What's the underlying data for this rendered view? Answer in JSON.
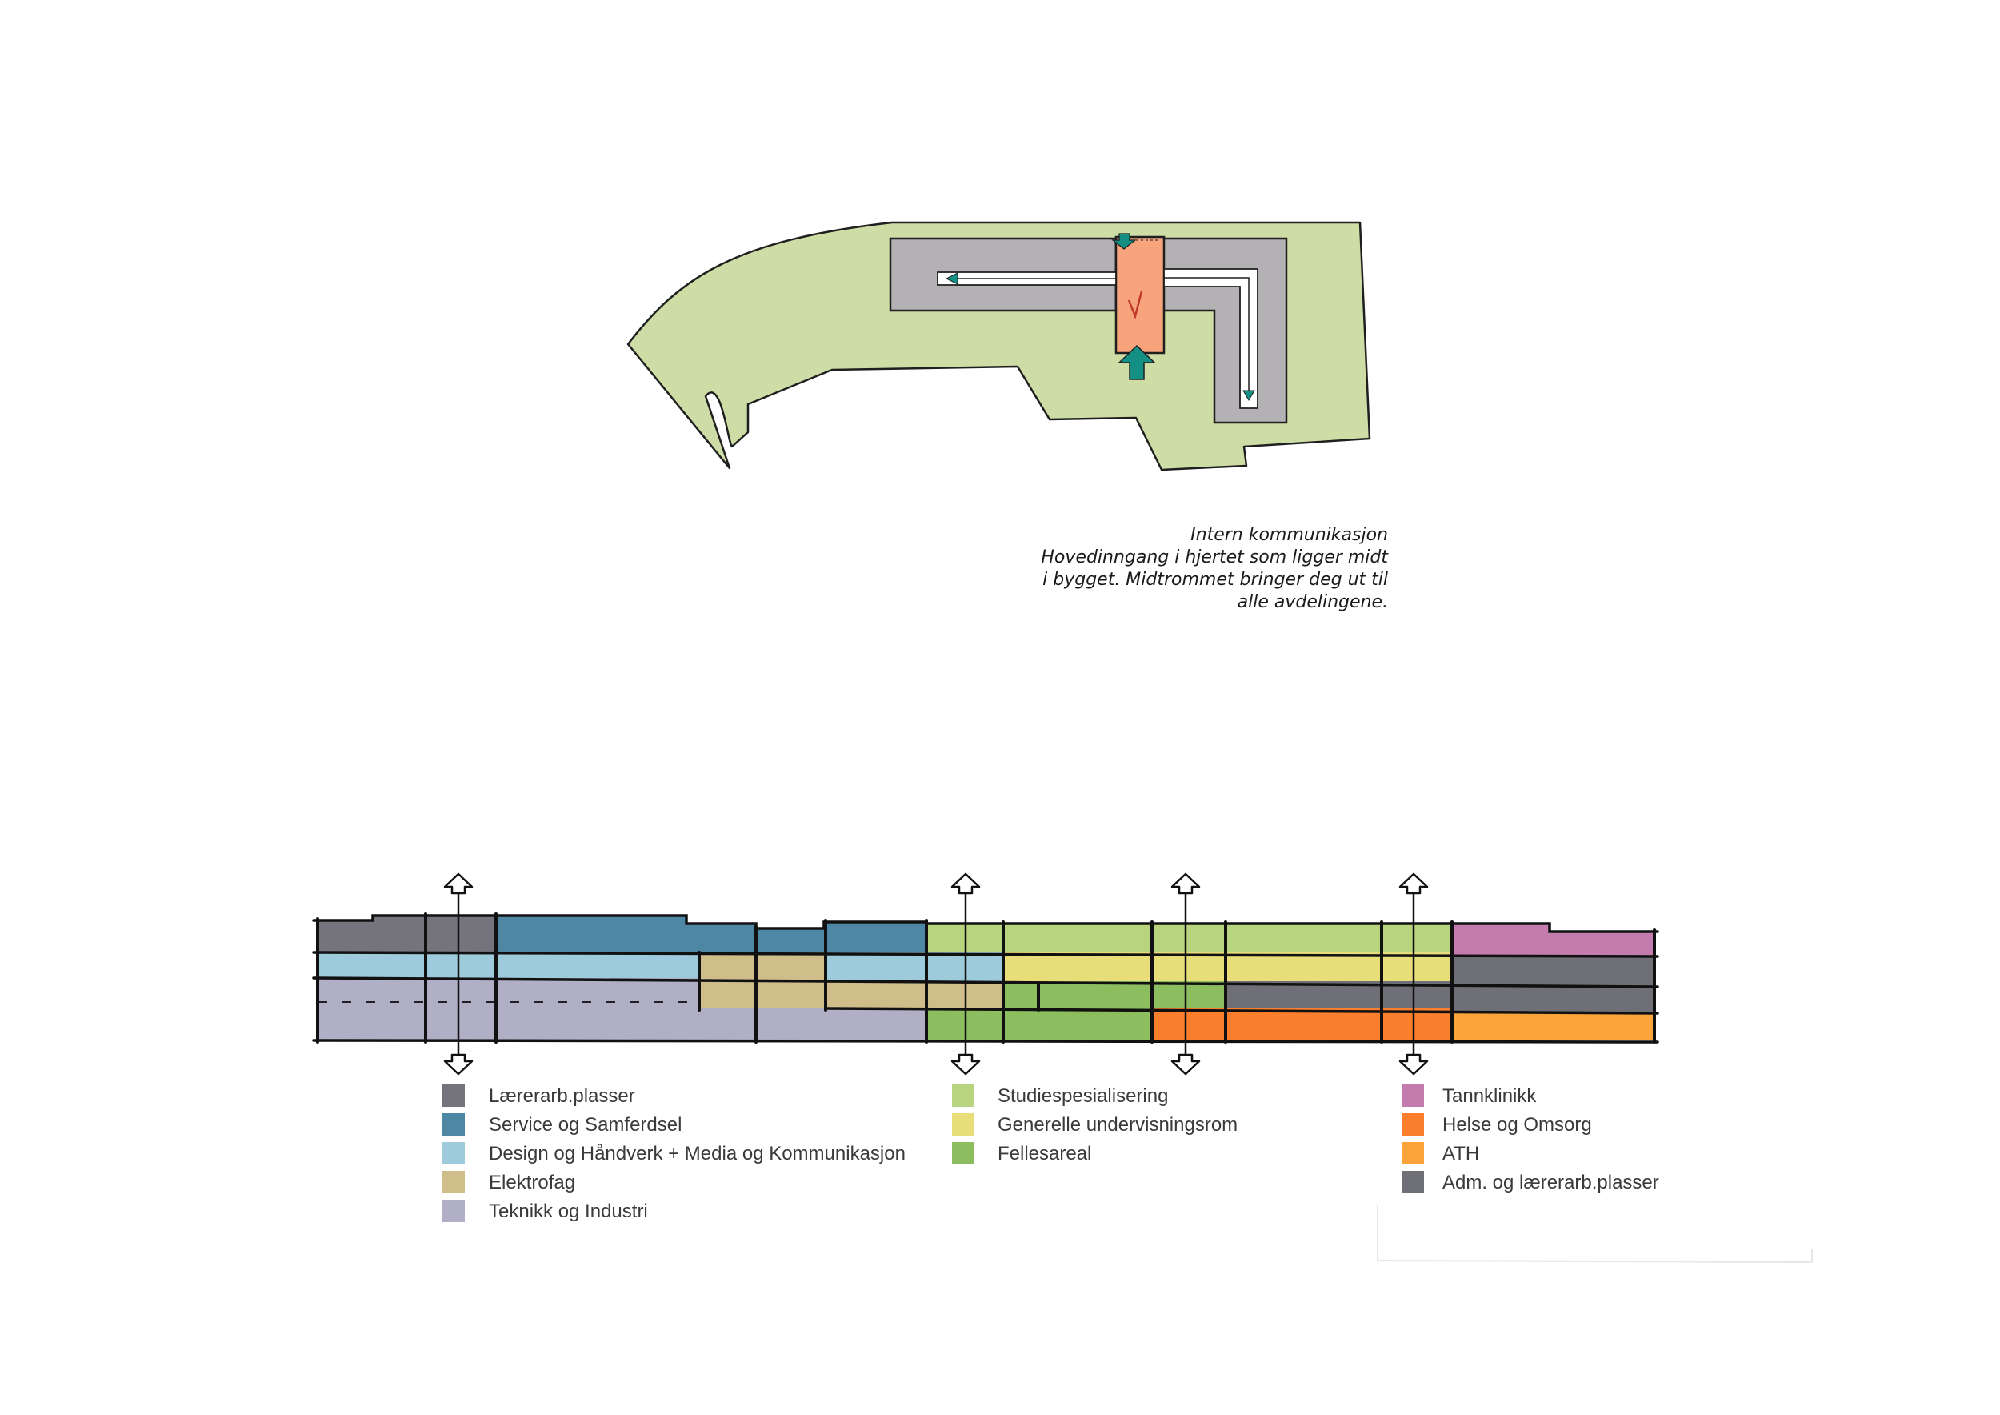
{
  "caption": {
    "title": "Intern kommunikasjon",
    "lines": [
      "Hovedinngang i hjertet som ligger midt",
      "i bygget. Midtrommet bringer deg ut til",
      "alle avdelingene."
    ]
  },
  "colors": {
    "site_green": "#cddda5",
    "wing_gray": "#b4b1b5",
    "heart_orange": "#f7a47c",
    "arrow_teal": "#138f83",
    "outline": "#1f1f1f"
  },
  "legend": {
    "columns": [
      [
        {
          "label": "Lærerarb.plasser",
          "color": "#75747c"
        },
        {
          "label": "Service og Samferdsel",
          "color": "#4d87a3"
        },
        {
          "label": "Design og Håndverk + Media og Kommunikasjon",
          "color": "#9ecbdb"
        },
        {
          "label": "Elektrofag",
          "color": "#cfbd8a"
        },
        {
          "label": "Teknikk og Industri",
          "color": "#b0afc5"
        }
      ],
      [
        {
          "label": "Studiespesialisering",
          "color": "#b9d47f"
        },
        {
          "label": "Generelle undervisningsrom",
          "color": "#e8de79"
        },
        {
          "label": "Fellesareal",
          "color": "#8cbd5f"
        }
      ],
      [
        {
          "label": "Tannklinikk",
          "color": "#c47caf"
        },
        {
          "label": "Helse og Omsorg",
          "color": "#fa7e2c"
        },
        {
          "label": "ATH",
          "color": "#fca43a"
        },
        {
          "label": "Adm. og lærerarb.plasser",
          "color": "#6f6f77"
        }
      ]
    ]
  }
}
